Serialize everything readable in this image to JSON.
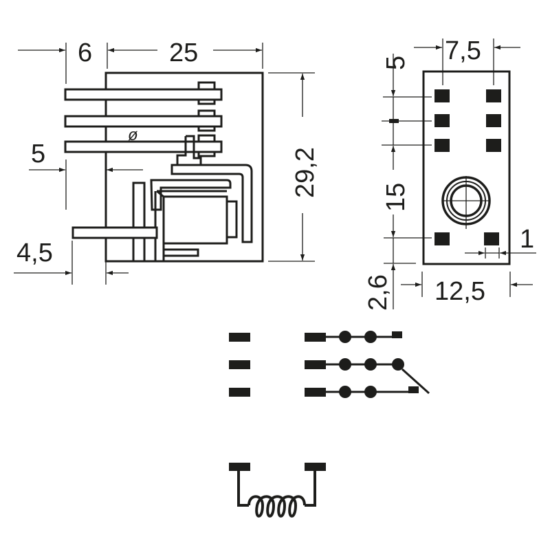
{
  "drawing": {
    "side_view": {
      "dimensions": {
        "pin_offset": "6",
        "body_width": "25",
        "height": "29,2",
        "pin_pitch_offset": "5",
        "bottom_pin_offset": "4,5"
      },
      "mark": "ø"
    },
    "pin_view": {
      "dimensions": {
        "column_spacing": "7,5",
        "row_pitch": "5",
        "row_gap": "15",
        "edge_offset": "1",
        "bottom_offset": "2,6",
        "body_width": "12,5"
      }
    },
    "schematic": {
      "contact_rows": 3,
      "coil_turns": 4
    }
  },
  "colors": {
    "ink": "#1d1d1b",
    "background": "#ffffff"
  }
}
